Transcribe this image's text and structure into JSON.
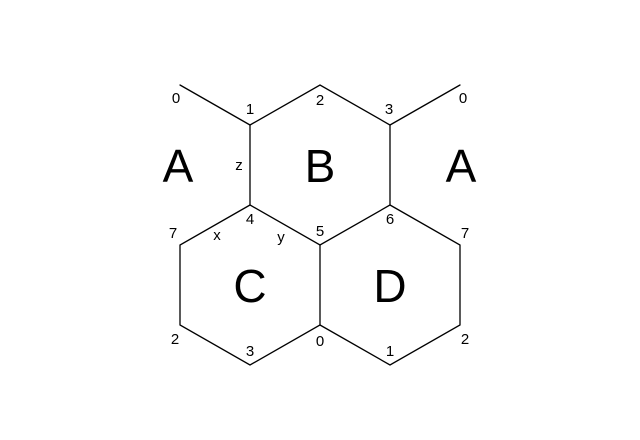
{
  "colors": {
    "line": "#000000",
    "text": "#000000",
    "background": "#ffffff"
  },
  "diagram": {
    "region_labels": {
      "a_left": "A",
      "b": "B",
      "a_right": "A",
      "c": "C",
      "d": "D"
    },
    "vertex_labels": {
      "top_left_0": "0",
      "b_1": "1",
      "b_2": "2",
      "b_3": "3",
      "top_right_0": "0",
      "z": "z",
      "left_7": "7",
      "x": "x",
      "b_4": "4",
      "y": "y",
      "b_5": "5",
      "b_6": "6",
      "right_7": "7",
      "c_2": "2",
      "c_3": "3",
      "center_0": "0",
      "d_1": "1",
      "d_2": "2"
    }
  }
}
